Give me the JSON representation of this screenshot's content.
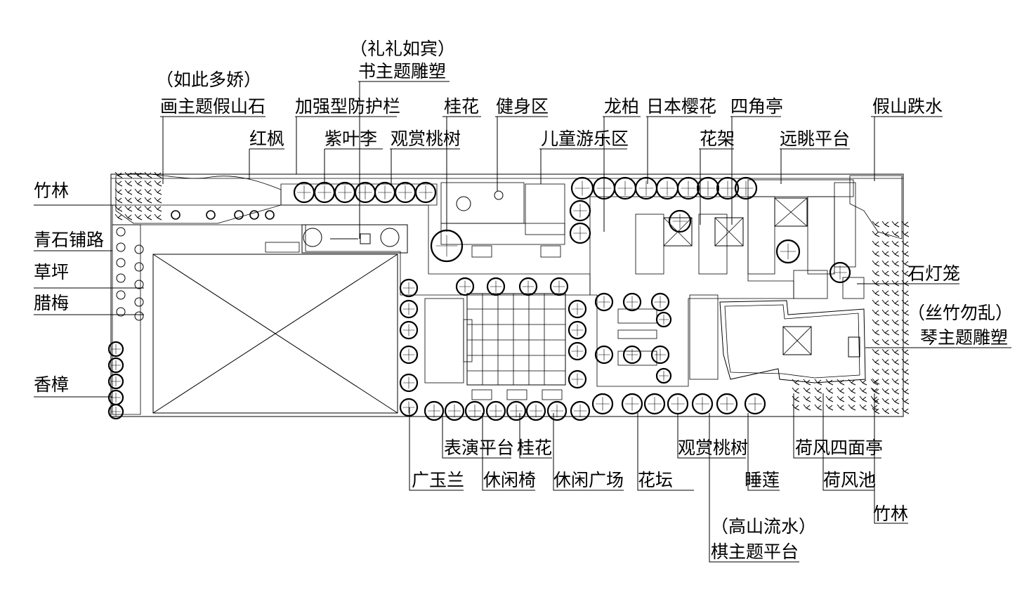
{
  "labels": {
    "bamboo_left": "竹林",
    "bluestone_path": "青石铺路",
    "lawn": "草坪",
    "wintersweet": "腊梅",
    "camphor": "香樟",
    "rock_sub": "（如此多娇）",
    "rock_main": "画主题假山石",
    "red_maple": "红枫",
    "guardrail": "加强型防护栏",
    "book_sub": "（礼礼如宾）",
    "book_main": "书主题雕塑",
    "purple_plum": "紫叶李",
    "peach_top": "观赏桃树",
    "osmanthus_top": "桂花",
    "fitness": "健身区",
    "kids": "儿童游乐区",
    "juniper": "龙柏",
    "sakura": "日本樱花",
    "pergola": "花架",
    "pavilion": "四角亭",
    "viewing_deck": "远眺平台",
    "waterfall": "假山跌水",
    "stone_lantern": "石灯笼",
    "qin_sub": "（丝竹勿乱）",
    "qin_main": "琴主题雕塑",
    "magnolia": "广玉兰",
    "stage": "表演平台",
    "osmanthus_bottom": "桂花",
    "bench": "休闲椅",
    "plaza": "休闲广场",
    "flowerbed": "花坛",
    "peach_bottom": "观赏桃树",
    "lotus": "睡莲",
    "lotus_pavilion": "荷风四面亭",
    "lotus_pond": "荷风池",
    "bamboo_right": "竹林",
    "chess_sub": "（高山流水）",
    "chess_main": "棋主题平台"
  }
}
